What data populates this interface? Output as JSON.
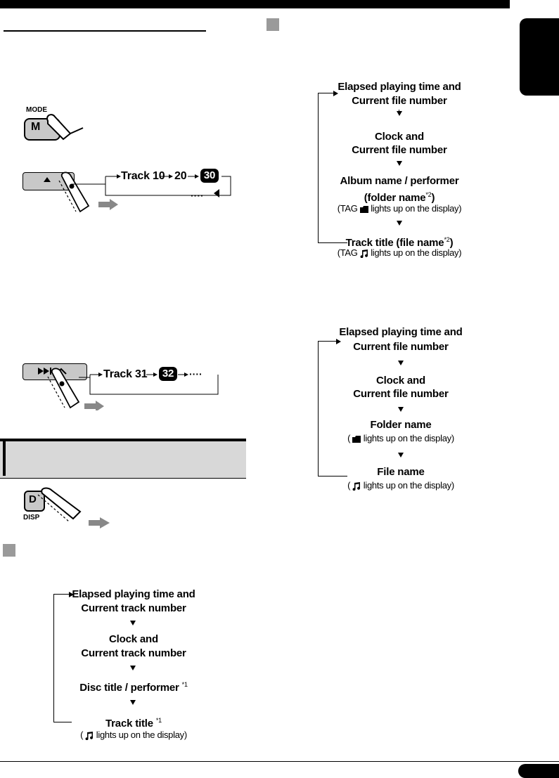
{
  "tab": {
    "lang_label": ""
  },
  "seq_top": {
    "i1": {
      "l1": "Elapsed playing time and",
      "l2": "Current file number"
    },
    "i2": {
      "l1": "Clock and",
      "l2": "Current file number"
    },
    "i3": {
      "l1": "Album name / performer",
      "l2": "(folder name",
      "l2sup": "*2",
      "l2end": ")",
      "note_pre": "(TAG ",
      "note_post": " lights up on the display)"
    },
    "i4": {
      "l1": "Track title (file name",
      "l1sup": "*2",
      "l1end": ")",
      "note_pre": "(TAG ",
      "note_post": " lights up on the display)"
    }
  },
  "seq_mid": {
    "i1": {
      "l1": "Elapsed playing time and",
      "l2": "Current file number"
    },
    "i2": {
      "l1": "Clock and",
      "l2": "Current file number"
    },
    "i3": {
      "l1": "Folder name",
      "note_pre": "( ",
      "note_post": " lights up on the display)"
    },
    "i4": {
      "l1": "File name",
      "note_pre": "( ",
      "note_post": " lights up on the display)"
    }
  },
  "seq_bottom": {
    "i1": {
      "l1": "Elapsed playing time and",
      "l2": "Current track number"
    },
    "i2": {
      "l1": "Clock and",
      "l2": "Current track number"
    },
    "i3": {
      "l1": "Disc title / performer ",
      "l1sup": "*1"
    },
    "i4": {
      "l1": "Track title ",
      "l1sup": "*1",
      "note_pre": "( ",
      "note_post": " lights up on the display)"
    }
  },
  "fig_mode": {
    "mode_label": "MODE",
    "key_label": "M"
  },
  "fig_track_skip10": {
    "t1": "Track 10",
    "t2": "20",
    "t3": "30",
    "dots": "····"
  },
  "fig_track_next": {
    "t1": "Track 31",
    "t2": "32",
    "dots": "····"
  },
  "fig_disp": {
    "key_label": "D",
    "disp_label": "DISP"
  }
}
